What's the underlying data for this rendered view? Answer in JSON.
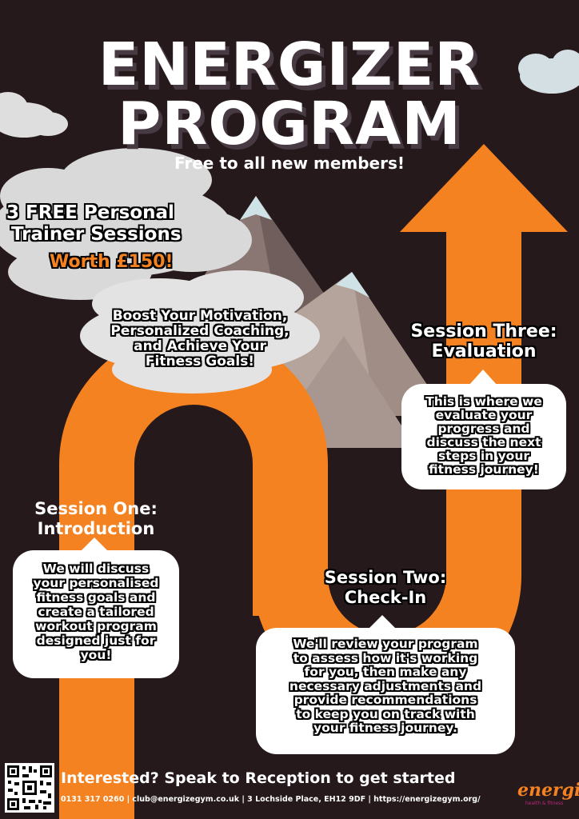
{
  "title_line1": "ENERGIZER",
  "title_line2": "PROGRAM",
  "subtitle": "Free to all new members!",
  "offer": {
    "line1": "3 FREE Personal",
    "line2": "Trainer Sessions",
    "worth": "Worth £150!"
  },
  "boost": {
    "line1": "Boost Your Motivation,",
    "line2": "Personalized Coaching,",
    "line3": "and Achieve Your",
    "line4": "Fitness Goals!"
  },
  "session_one": {
    "title1": "Session One:",
    "title2": "Introduction",
    "text": [
      "We will discuss",
      "your personalised",
      "fitness goals and",
      "create a tailored",
      "workout program",
      "designed just for",
      "you!"
    ]
  },
  "session_two": {
    "title1": "Session Two:",
    "title2": "Check-In",
    "text": [
      "We'll review your program",
      "to assess how it's working",
      "for you, then make any",
      "necessary adjustments and",
      "provide recommendations",
      "to keep you on track with",
      "your fitness journey."
    ]
  },
  "session_three": {
    "title1": "Session Three:",
    "title2": "Evaluation",
    "text": [
      "This is where we",
      "evaluate your",
      "progress and",
      "discuss the next",
      "steps in your",
      "fitness journey!"
    ]
  },
  "footer": {
    "cta": "Interested? Speak to Reception to get started",
    "contact": "0131 317 0260  |  club@energizegym.co.uk  |  3 Lochside Place, EH12 9DF | https://energizegym.org/",
    "logo_text": "energize",
    "logo_sub": "health & fitness"
  },
  "colors": {
    "background": "#25191c",
    "accent_orange": "#f58220",
    "mountain_dark": "#8a7773",
    "mountain_light": "#b5a49c",
    "snow": "#cfe3e6",
    "cloud": "#dcdcdc"
  },
  "icons": [
    "qr-code-icon",
    "energize-logo"
  ]
}
